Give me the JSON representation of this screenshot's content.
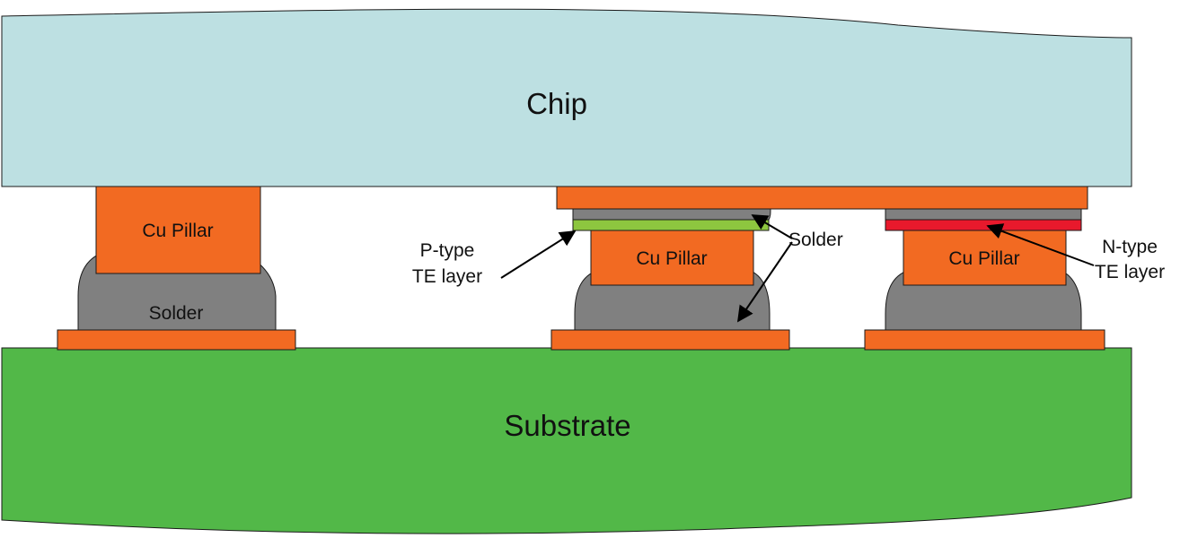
{
  "labels": {
    "chip": "Chip",
    "substrate": "Substrate",
    "cu_pillar_1": "Cu Pillar",
    "cu_pillar_2": "Cu Pillar",
    "cu_pillar_3": "Cu Pillar",
    "solder_left": "Solder",
    "solder_callout": "Solder",
    "p_type_line1": "P-type",
    "p_type_line2": "TE layer",
    "n_type_line1": "N-type",
    "n_type_line2": "TE layer"
  },
  "colors": {
    "chip": "#bde0e2",
    "substrate": "#52b848",
    "copper": "#f26a22",
    "solder": "#808080",
    "p_type": "#8dc63f",
    "n_type": "#e8192c",
    "outline": "#1a1a1a"
  }
}
